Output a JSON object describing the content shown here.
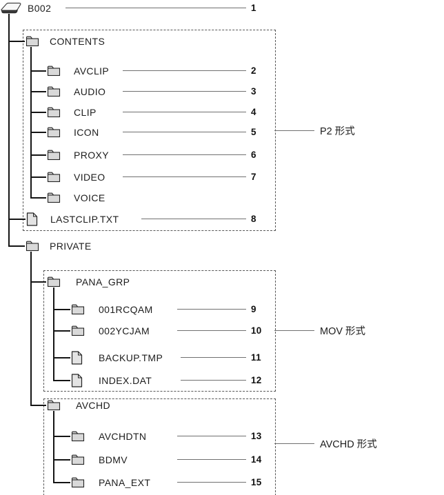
{
  "nodes": [
    {
      "label": "B002",
      "num": "1",
      "icon": "card-drive"
    },
    {
      "label": "CONTENTS",
      "num": "",
      "icon": "folder"
    },
    {
      "label": "AVCLIP",
      "num": "2",
      "icon": "folder"
    },
    {
      "label": "AUDIO",
      "num": "3",
      "icon": "folder"
    },
    {
      "label": "CLIP",
      "num": "4",
      "icon": "folder"
    },
    {
      "label": "ICON",
      "num": "5",
      "icon": "folder"
    },
    {
      "label": "PROXY",
      "num": "6",
      "icon": "folder"
    },
    {
      "label": "VIDEO",
      "num": "7",
      "icon": "folder"
    },
    {
      "label": "VOICE",
      "num": "",
      "icon": "folder"
    },
    {
      "label": "LASTCLIP.TXT",
      "num": "8",
      "icon": "file"
    },
    {
      "label": "PRIVATE",
      "num": "",
      "icon": "folder"
    },
    {
      "label": "PANA_GRP",
      "num": "",
      "icon": "folder"
    },
    {
      "label": "001RCQAM",
      "num": "9",
      "icon": "folder"
    },
    {
      "label": "002YCJAM",
      "num": "10",
      "icon": "folder"
    },
    {
      "label": "BACKUP.TMP",
      "num": "11",
      "icon": "file"
    },
    {
      "label": "INDEX.DAT",
      "num": "12",
      "icon": "file"
    },
    {
      "label": "AVCHD",
      "num": "",
      "icon": "folder"
    },
    {
      "label": "AVCHDTN",
      "num": "13",
      "icon": "folder"
    },
    {
      "label": "BDMV",
      "num": "14",
      "icon": "folder"
    },
    {
      "label": "PANA_EXT",
      "num": "15",
      "icon": "folder"
    }
  ],
  "format_labels": {
    "p2": "P2 形式",
    "mov": "MOV 形式",
    "avchd": "AVCHD 形式"
  },
  "colors": {
    "tree_line": "#141414",
    "leader_line": "#6f6f6f",
    "dash_border": "#555555",
    "folder_fill": "#d9d9d9",
    "file_fill": "#e3e3e3",
    "text": "#1c1c1c"
  }
}
